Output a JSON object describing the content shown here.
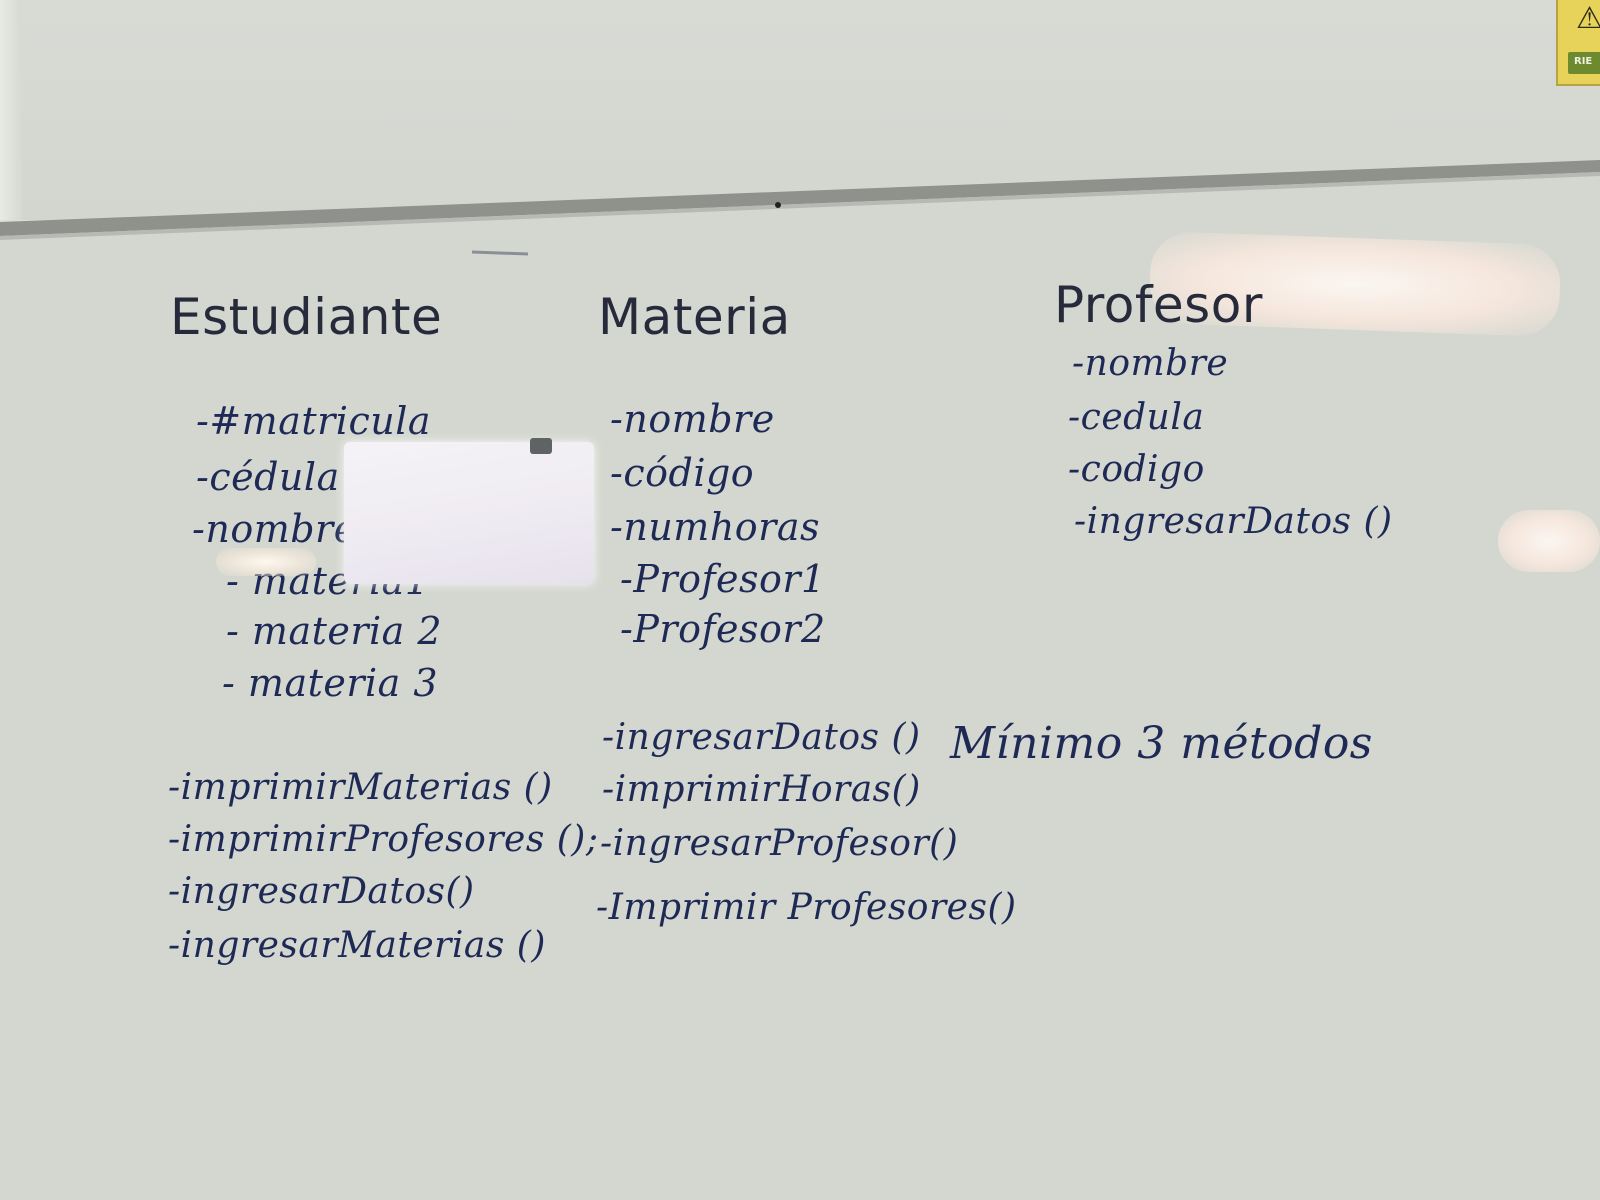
{
  "columns": {
    "estudiante": {
      "title": "Estudiante",
      "attributes": [
        "-#matricula",
        "-cédula",
        "-nombre",
        "- materia1",
        "- materia 2",
        "- materia 3"
      ],
      "methods": [
        "-imprimirMaterias ()",
        "-imprimirProfesores ();",
        "-ingresarDatos()",
        "-ingresarMaterias ()"
      ]
    },
    "materia": {
      "title": "Materia",
      "attributes": [
        "-nombre",
        "-código",
        "-numhoras",
        "-Profesor1",
        "-Profesor2"
      ],
      "methods": [
        "-ingresarDatos ()",
        "-imprimirHoras()",
        "-ingresarProfesor()",
        "-Imprimir Profesores()"
      ]
    },
    "profesor": {
      "title": "Profesor",
      "attributes": [
        "-nombre",
        "-cedula",
        "-codigo",
        "-ingresarDatos ()"
      ]
    }
  },
  "note": "Mínimo 3 métodos",
  "icons": {
    "warning_sign": "warning-sign-icon",
    "magnet": "magnet-icon"
  },
  "colors": {
    "marker_ink": "#1e2a55",
    "board": "#d6d9d2",
    "sign": "#e7d25a"
  }
}
